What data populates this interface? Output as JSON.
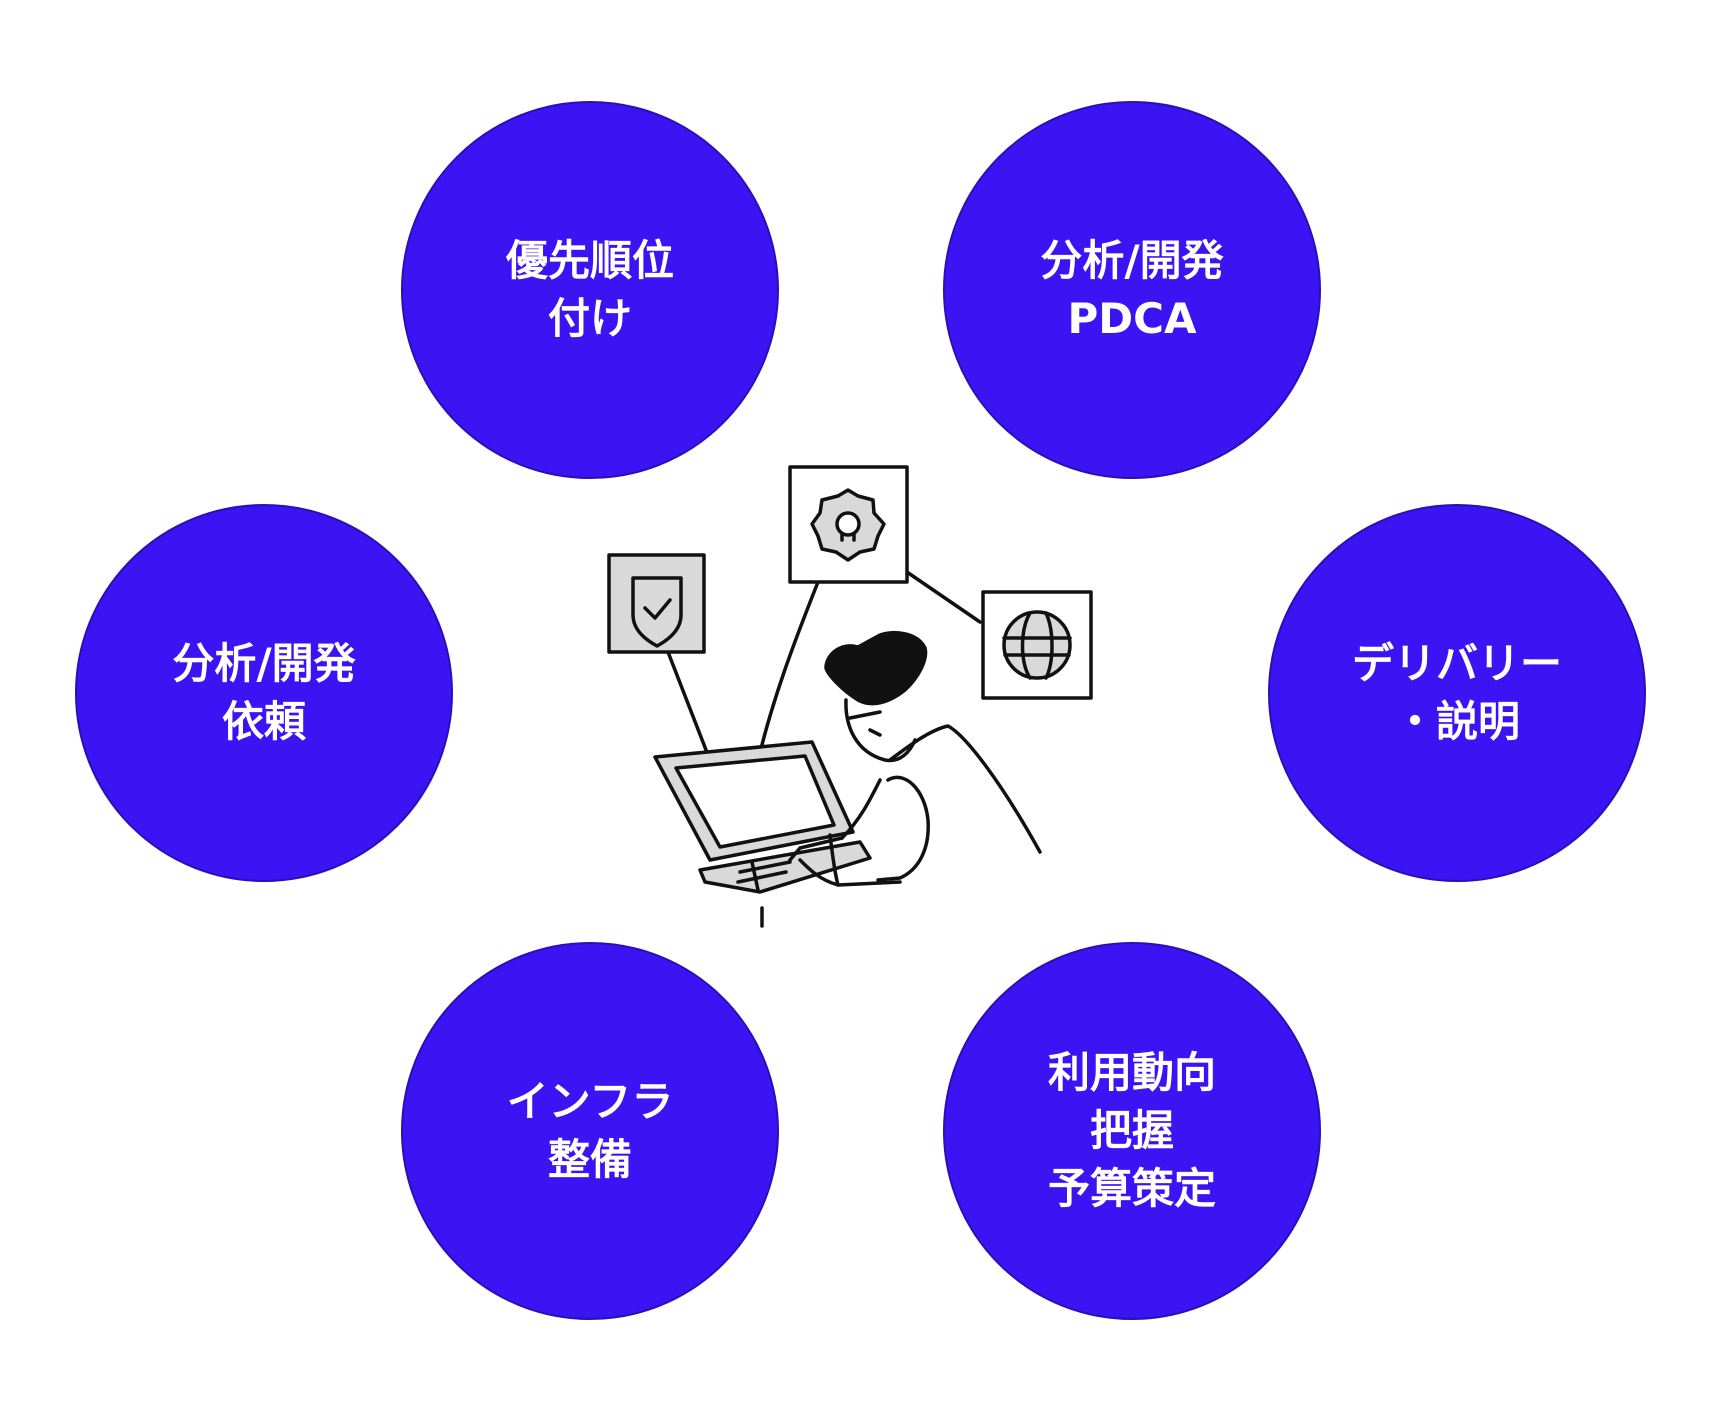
{
  "nodes": [
    {
      "id": "priority",
      "lines": [
        "優先順位",
        "付け"
      ]
    },
    {
      "id": "analysis_pdca",
      "lines": [
        "分析/開発",
        "PDCA"
      ]
    },
    {
      "id": "analysis_request",
      "lines": [
        "分析/開発",
        "依頼"
      ]
    },
    {
      "id": "delivery",
      "lines": [
        "デリバリー",
        "・説明"
      ]
    },
    {
      "id": "infra",
      "lines": [
        "インフラ",
        "整備"
      ]
    },
    {
      "id": "usage_budget",
      "lines": [
        "利用動向",
        "把握",
        "予算策定"
      ]
    }
  ],
  "colors": {
    "circle_fill": "#3a14f2",
    "circle_text": "#ffffff",
    "line": "#111111",
    "panel_gray": "#d9d9d9"
  },
  "icons": [
    "shield-check-icon",
    "gear-icon",
    "globe-icon",
    "person-at-laptop-illustration"
  ]
}
